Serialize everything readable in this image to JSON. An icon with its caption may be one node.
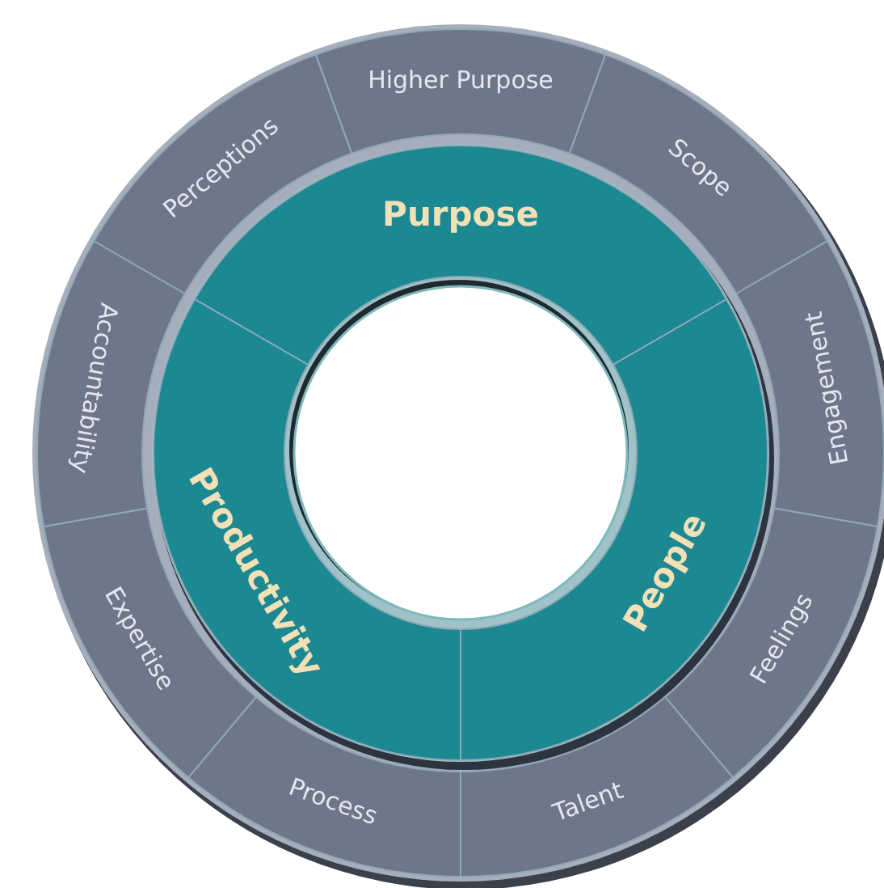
{
  "diagram": {
    "nodes": [
      {
        "text": [
          "Purpose"
        ]
      },
      {
        "text": [
          "People"
        ]
      },
      {
        "text": [
          "Productivity"
        ]
      },
      {
        "text": [
          "Higher Purpose"
        ]
      },
      {
        "text": [
          "Scope"
        ]
      },
      {
        "text": [
          "Engagement"
        ]
      },
      {
        "text": [
          "Feelings"
        ]
      },
      {
        "text": [
          "Talent"
        ]
      },
      {
        "text": [
          "Process"
        ]
      },
      {
        "text": [
          "Expertise"
        ]
      },
      {
        "text": [
          "Accountability"
        ]
      },
      {
        "text": [
          "Perceptions"
        ]
      }
    ]
  }
}
